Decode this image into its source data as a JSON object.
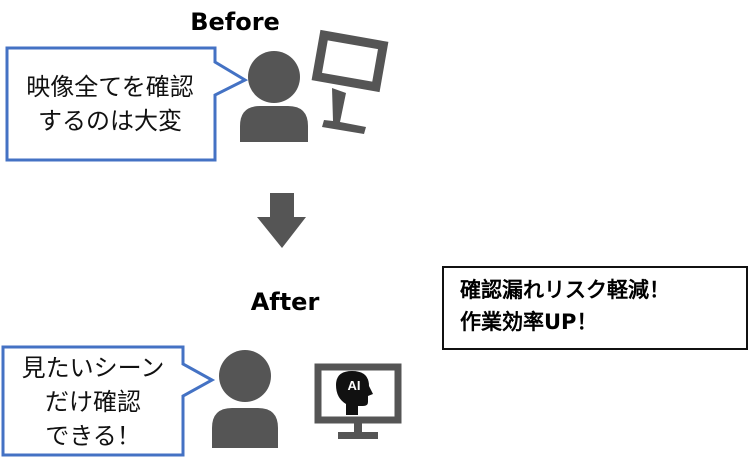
{
  "before": {
    "heading": "Before",
    "bubble_lines": [
      "映像全てを確認",
      "するのは大変"
    ]
  },
  "after": {
    "heading": "After",
    "bubble_lines": [
      "見たいシーン",
      "だけ確認",
      "できる！"
    ],
    "monitor_badge": "AI"
  },
  "callout": {
    "lines": [
      "確認漏れリスク軽減！",
      "作業効率UP！"
    ]
  },
  "colors": {
    "bubble_border": "#4472c4",
    "icon_gray": "#555555",
    "text": "#111111"
  },
  "icons": [
    "person-icon",
    "monitor-icon",
    "arrow-down-icon",
    "ai-head-icon"
  ]
}
